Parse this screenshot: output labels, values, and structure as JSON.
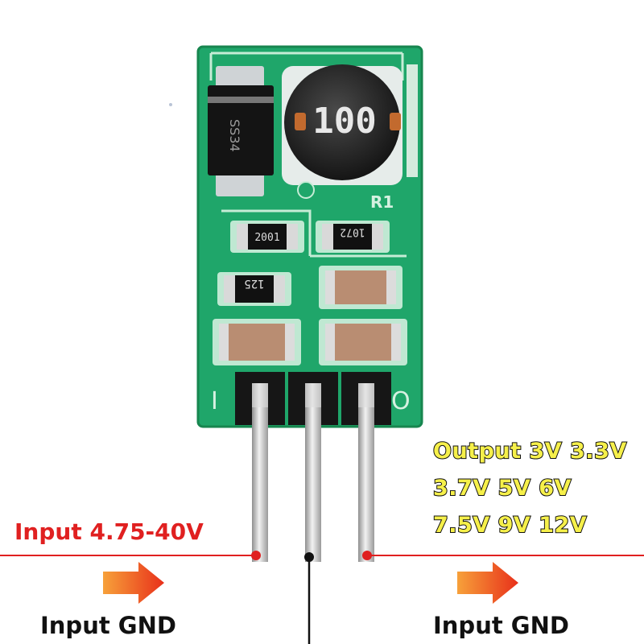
{
  "module": {
    "inductor_label": "100",
    "diode_label": "SS34",
    "resistor_designator": "R1",
    "resistor_a_code": "2001",
    "resistor_b_code": "1072",
    "resistor_c_code": "125",
    "pin_label_left": "I",
    "pin_label_right": "O"
  },
  "annotations": {
    "input_range": "Input 4.75-40V",
    "gnd_left": "Input GND",
    "gnd_right": "Input GND",
    "output_line1": "Output 3V 3.3V",
    "output_line2": "3.7V 5V 6V",
    "output_line3": "7.5V 9V 12V"
  },
  "colors": {
    "pcb_green": "#1fa66a",
    "pcb_mask_light": "#bfe8d2",
    "input_red": "#e02020",
    "output_yellow": "#f6f04a",
    "arrow_orange": "#f25a1c",
    "wire_black": "#111111"
  }
}
